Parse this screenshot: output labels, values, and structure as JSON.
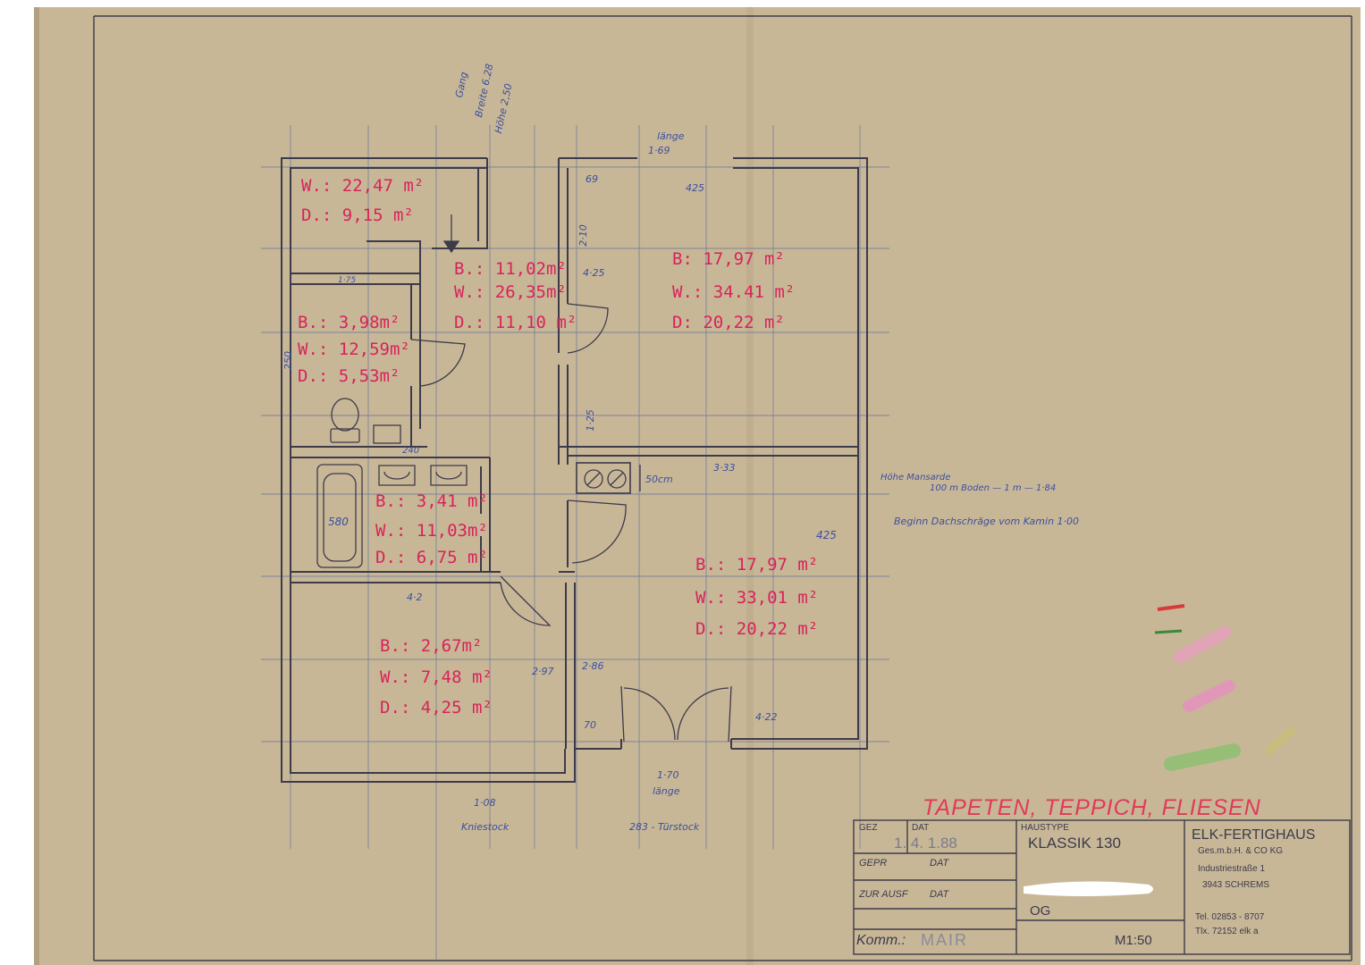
{
  "colors": {
    "paper": "#c8b797",
    "paper_dark": "#a89575",
    "line": "#3d3a4a",
    "grid": "#6e7a9a",
    "red_ink": "#d8235a",
    "blue_ink": "#3a4fa0"
  },
  "rooms": [
    {
      "id": "top-left",
      "lines": [
        "W.: 22,47 m²",
        "D.: 9,15 m²"
      ]
    },
    {
      "id": "hall",
      "lines": [
        "B.: 11,02m²",
        "W.: 26,35m²",
        "D.: 11,10 m²"
      ]
    },
    {
      "id": "top-right",
      "lines": [
        "B: 17,97 m²",
        "W.: 34.41 m²",
        "D: 20,22 m²"
      ]
    },
    {
      "id": "wc",
      "lines": [
        "B.: 3,98m²",
        "W.: 12,59m²",
        "D.: 5,53m²"
      ]
    },
    {
      "id": "bath",
      "lines": [
        "B.: 3,41 m²",
        "W.: 11,03m²",
        "D.: 6,75 m²"
      ]
    },
    {
      "id": "bottom-left",
      "lines": [
        "B.: 2,67m²",
        "W.: 7,48 m²",
        "D.: 4,25 m²"
      ]
    },
    {
      "id": "bottom-right",
      "lines": [
        "B.: 17,97 m²",
        "W.: 33,01 m²",
        "D.: 20,22 m²"
      ]
    }
  ],
  "dims": {
    "d69": "69",
    "d425a": "425",
    "d210": "2·10",
    "d425b": "4·25",
    "d125": "1·25",
    "d175": "1·75",
    "d350": "250",
    "d240": "240",
    "d580": "580",
    "d333": "3·33",
    "d50cm": "50cm",
    "d425c": "425",
    "d42": "4·2",
    "d297": "2·97",
    "d286": "2·86",
    "d70": "70",
    "d422": "4·22",
    "d170": "1·70",
    "d108": "1·08",
    "d169": "1·69",
    "d283": "283 - Türstock"
  },
  "notes": {
    "laenge_top": "länge",
    "laenge_bottom": "länge",
    "gang": "Gang",
    "breite": "Breite 6.28",
    "hoehe": "Höhe 2,50",
    "kniestock": "Kniestock",
    "hoehe_mansarde": "Höhe Mansarde",
    "mansarde_detail": "100 m Boden — 1 m — 1·84",
    "dachschraege": "Beginn Dachschräge vom Kamin 1·00"
  },
  "title_red": "TAPETEN, TEPPICH, FLIESEN",
  "title_block": {
    "gez_label": "GEZ",
    "dat_label": "DAT",
    "gez_value": "1. 4. 1.88",
    "haustype_label": "HAUSTYPE",
    "haustype_value": "KLASSIK 130",
    "gepr_label": "GEPR",
    "gepr_dat_label": "DAT",
    "zur_ausf_label": "ZUR AUSF",
    "zur_ausf_dat_label": "DAT",
    "floor": "OG",
    "komm_label": "Komm.:",
    "komm_value": "MAIR",
    "scale": "M1:50",
    "company": "ELK-FERTIGHAUS",
    "company_sub": "Ges.m.b.H. & CO KG",
    "street": "Industriestraße 1",
    "city": "3943 SCHREMS",
    "tel": "Tel. 02853 - 8707",
    "tlx": "Tlx. 72152 elk a"
  }
}
